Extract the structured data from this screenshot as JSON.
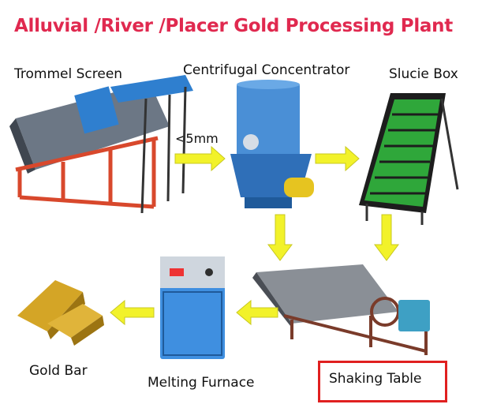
{
  "title": "Alluvial /River /Placer Gold Processing Plant",
  "steps": {
    "trommel": "Trommel Screen",
    "centrifuge": "Centrifugal Concentrator",
    "sluice": "Slucie Box",
    "shaking": "Shaking Table",
    "furnace": "Melting Furnace",
    "goldbar": "Gold Bar"
  },
  "arrow_note": "<5mm",
  "colors": {
    "title": "#e0294f",
    "arrow": "#f2f22a",
    "highlight": "#e02020",
    "machine_blue": "#2f7fcf"
  }
}
